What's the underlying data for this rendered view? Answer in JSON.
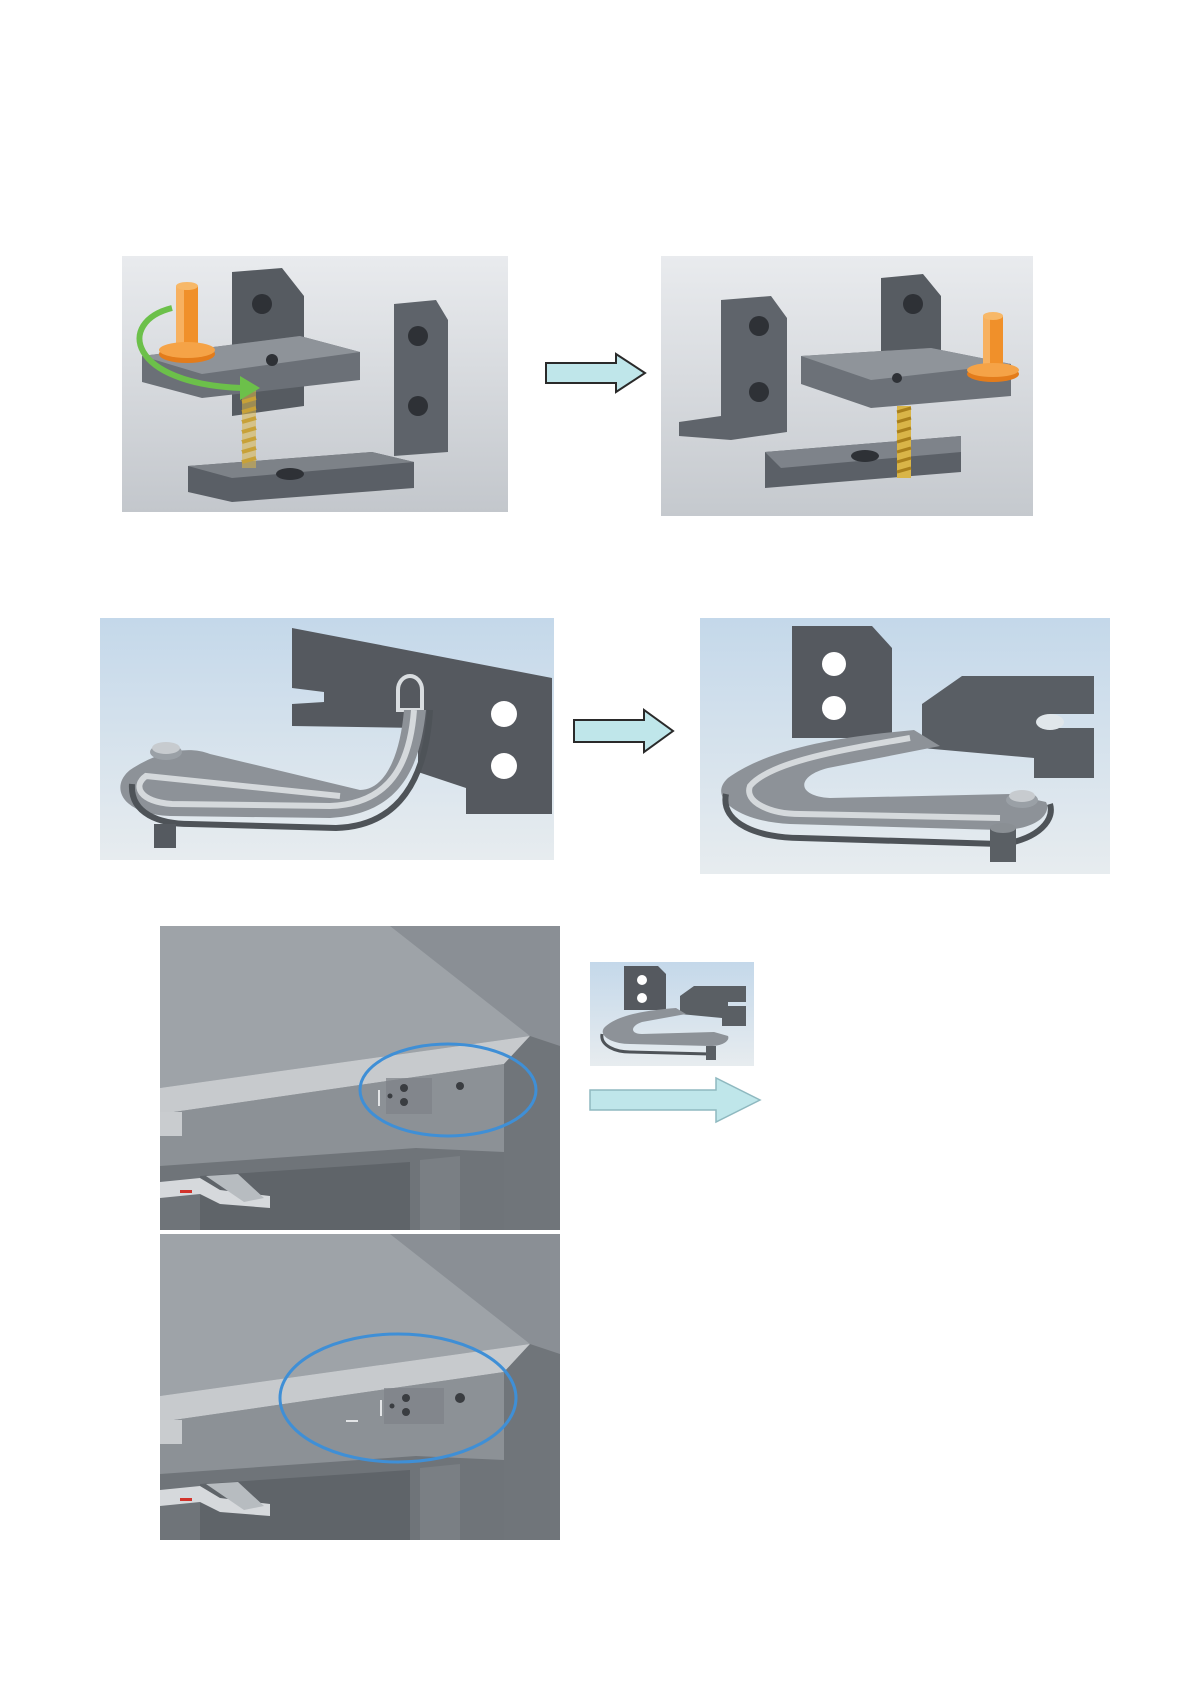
{
  "page": {
    "background": "#ffffff"
  },
  "colors": {
    "metal_dark": "#4b5056",
    "metal_mid": "#6a6f75",
    "metal_light": "#9aa0a6",
    "bolt_orange": "#f0902a",
    "spring_gold": "#c9a23a",
    "rotation_green": "#6cc04a",
    "arrow_fill": "#bfe6ea",
    "highlight_blue": "#3f8fd6",
    "bg_gray_top": "#e9ebee",
    "bg_blue_top": "#c4d8ea"
  },
  "figures": [
    {
      "id": "hinge-before",
      "icon": "hinge-bracket-with-bolt-and-spring"
    },
    {
      "id": "hinge-after",
      "icon": "hinge-bracket-mirrored"
    },
    {
      "id": "bent-rod-before",
      "icon": "bent-rod-through-plate"
    },
    {
      "id": "bent-rod-after",
      "icon": "bent-rod-mirrored"
    },
    {
      "id": "cabinet-corner-before",
      "icon": "cabinet-corner-highlighted"
    },
    {
      "id": "bent-rod-thumbnail",
      "icon": "bent-rod-small"
    },
    {
      "id": "cabinet-corner-after",
      "icon": "cabinet-corner-highlighted"
    }
  ],
  "arrows": [
    {
      "id": "arrow-row1",
      "icon": "right-arrow"
    },
    {
      "id": "arrow-row2",
      "icon": "right-arrow"
    },
    {
      "id": "arrow-row3",
      "icon": "right-arrow"
    }
  ]
}
